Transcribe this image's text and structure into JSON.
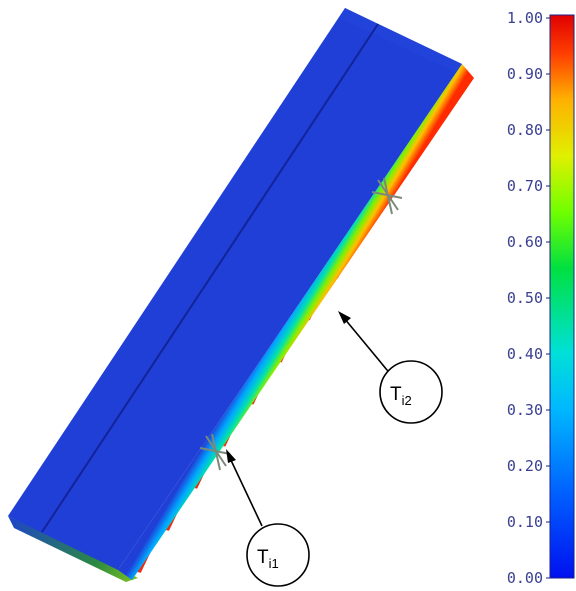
{
  "colorbar": {
    "ticks": [
      "1.00",
      "0.90",
      "0.80",
      "0.70",
      "0.60",
      "0.50",
      "0.40",
      "0.30",
      "0.20",
      "0.10",
      "0.00"
    ],
    "colors": [
      "#0018ff",
      "#0064ff",
      "#00b4ff",
      "#00e6d2",
      "#00e650",
      "#64ff00",
      "#d2ff00",
      "#ffd200",
      "#ff7800",
      "#ff1e00",
      "#e60000"
    ]
  },
  "callouts": [
    {
      "main": "T",
      "sub": "i2"
    },
    {
      "main": "T",
      "sub": "i1"
    }
  ],
  "model": {
    "slab_color": "#1f3fd6",
    "fin_color": "#f02a10"
  }
}
